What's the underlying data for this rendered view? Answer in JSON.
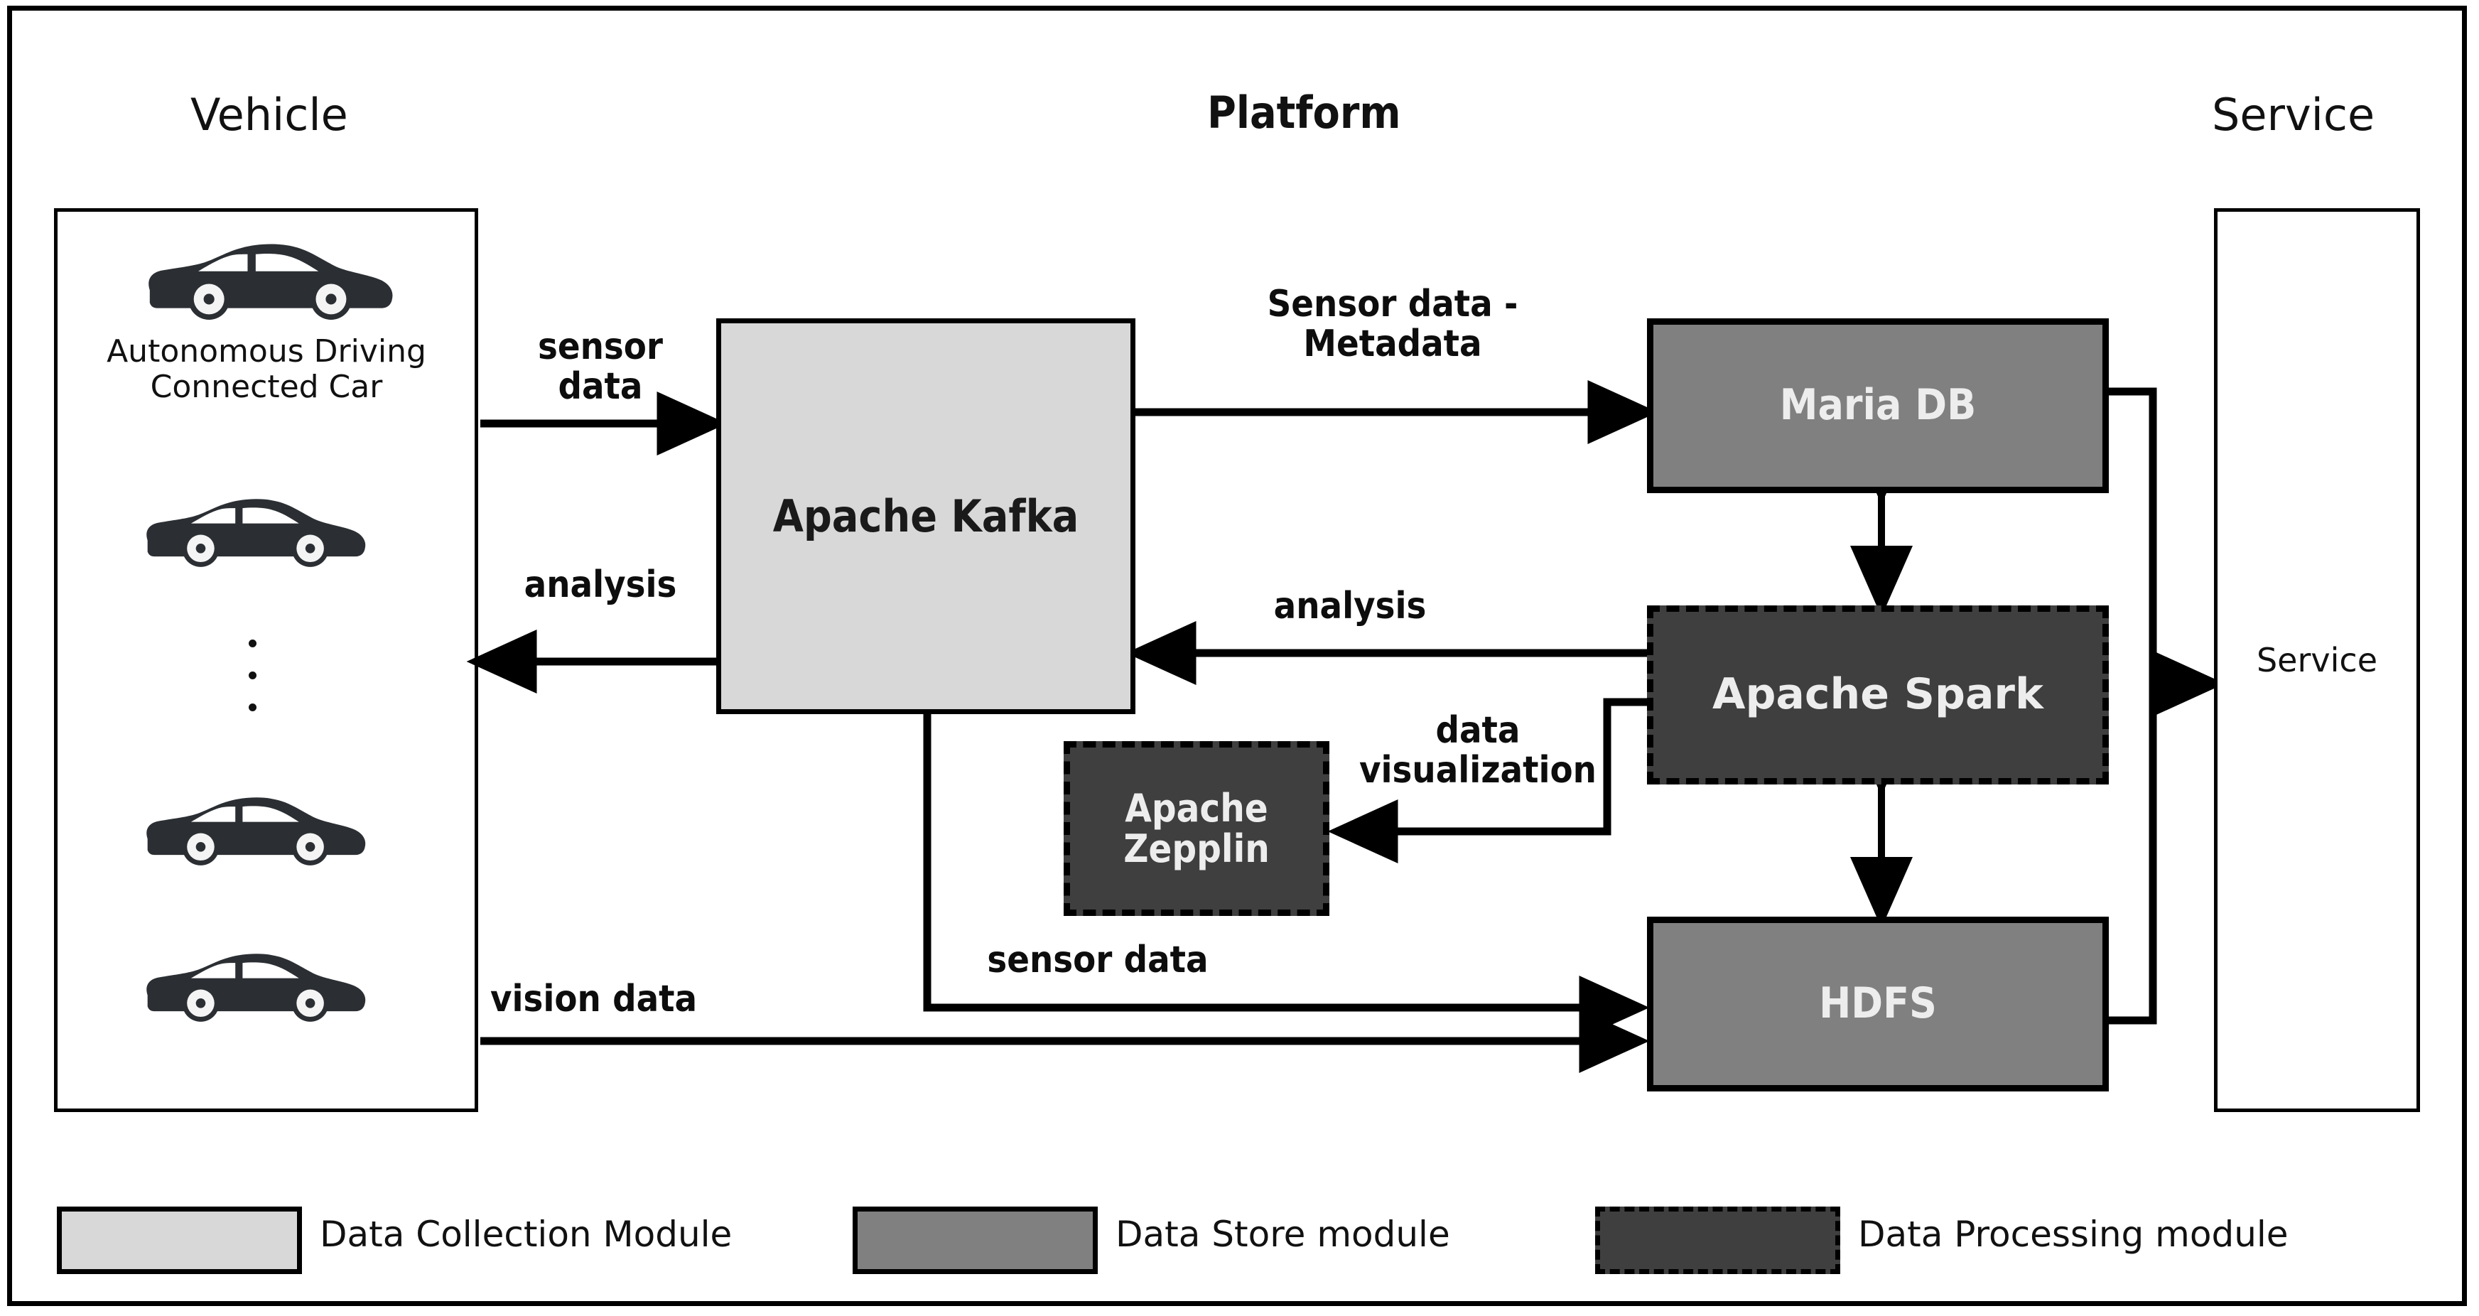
{
  "columns": {
    "vehicle": "Vehicle",
    "platform": "Platform",
    "service": "Service"
  },
  "vehicle_panel": {
    "caption": "Autonomous Driving\nConnected Car",
    "car_icon": "car-side-icon",
    "vertical_ellipsis": "⋮"
  },
  "nodes": {
    "kafka": {
      "label": "Apache Kafka",
      "module": "Data Collection Module",
      "fill": "#d8d8d8"
    },
    "mariadb": {
      "label": "Maria DB",
      "module": "Data Store module",
      "fill": "#808080"
    },
    "spark": {
      "label": "Apache Spark",
      "module": "Data Processing module",
      "fill": "#3f3f3f"
    },
    "hdfs": {
      "label": "HDFS",
      "module": "Data Store module",
      "fill": "#808080"
    },
    "zepplin": {
      "label": "Apache\nZepplin",
      "module": "Data Processing module",
      "fill": "#3f3f3f"
    },
    "service": {
      "label": "Service",
      "fill": "#ffffff"
    }
  },
  "edges": {
    "car_to_kafka": "sensor\ndata",
    "kafka_to_car": "analysis",
    "kafka_to_mariadb": "Sensor data -\nMetadata",
    "spark_to_kafka": "analysis",
    "spark_to_zepplin": "data\nvisualization",
    "kafka_to_hdfs": "sensor data",
    "car_to_hdfs": "vision data"
  },
  "legend": {
    "items": [
      {
        "swatch": "collection-swatch",
        "label": "Data Collection Module",
        "color": "#d8d8d8"
      },
      {
        "swatch": "store-swatch",
        "label": "Data Store module",
        "color": "#808080"
      },
      {
        "swatch": "processing-swatch",
        "label": "Data Processing module",
        "color": "#3f3f3f"
      }
    ]
  }
}
